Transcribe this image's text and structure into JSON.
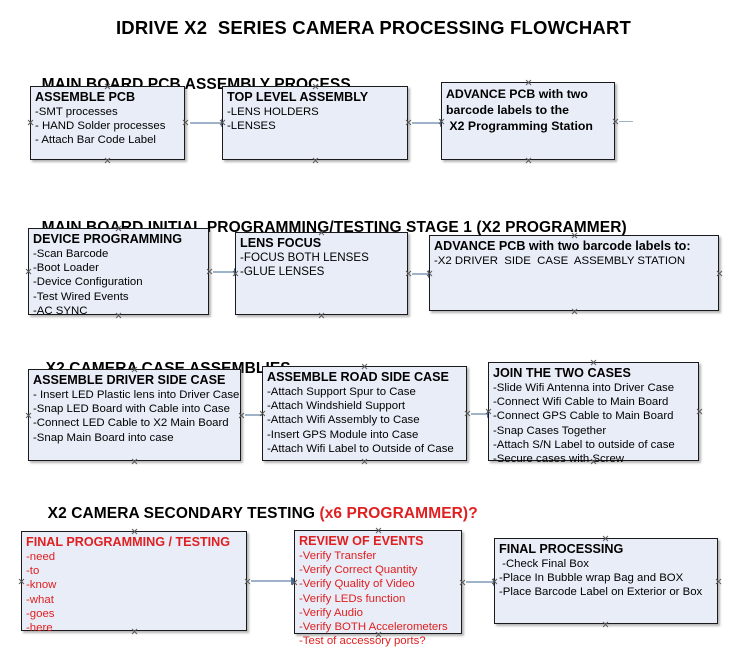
{
  "document": {
    "title": "IDRIVE X2  SERIES CAMERA PROCESSING FLOWCHART"
  },
  "sections": [
    {
      "id": "main-board-pcb-assembly-process",
      "heading": "MAIN BOARD PCB ASSEMBLY PROCESS",
      "heading_accent": "",
      "boxes": [
        {
          "id": "assemble-pcb",
          "title": "ASSEMBLE PCB",
          "lines": [
            "-SMT processes",
            "- HAND Solder processes",
            "- Attach Bar Code Label"
          ]
        },
        {
          "id": "top-level-assembly",
          "title": "TOP LEVEL ASSEMBLY",
          "lines": [
            "-LENS HOLDERS",
            "-LENSES"
          ]
        },
        {
          "id": "advance-pcb-to-x2-programming-station",
          "title": "",
          "lines": [
            "ADVANCE PCB with two",
            "barcode labels to the",
            " X2 Programming Station"
          ]
        }
      ]
    },
    {
      "id": "main-board-initial-programming",
      "heading": "MAIN BOARD INITIAL PROGRAMMING/TESTING STAGE 1 (X2 PROGRAMMER)",
      "heading_accent": "",
      "boxes": [
        {
          "id": "device-programming",
          "title": "DEVICE PROGRAMMING",
          "lines": [
            "-Scan Barcode",
            "-Boot Loader",
            "-Device Configuration",
            "-Test Wired Events",
            "-AC SYNC"
          ]
        },
        {
          "id": "lens-focus",
          "title": "LENS FOCUS",
          "lines": [
            "-FOCUS BOTH LENSES",
            "-GLUE LENSES"
          ]
        },
        {
          "id": "advance-pcb-to-driver-side-case-assembly",
          "title": "ADVANCE PCB with two barcode labels to:",
          "lines": [
            "-X2 DRIVER  SIDE  CASE  ASSEMBLY STATION"
          ]
        }
      ]
    },
    {
      "id": "x2-camera-case-assemblies",
      "heading": "X2 CAMERA CASE ASSEMBLIES",
      "heading_accent": "",
      "boxes": [
        {
          "id": "assemble-driver-side-case",
          "title": "ASSEMBLE DRIVER SIDE CASE",
          "lines": [
            "- Insert LED Plastic lens into Driver Case",
            "-Snap LED Board with Cable into Case",
            "-Connect LED Cable to X2 Main Board",
            "-Snap Main Board into case"
          ]
        },
        {
          "id": "assemble-road-side-case",
          "title": "ASSEMBLE ROAD SIDE CASE",
          "lines": [
            "-Attach Support Spur to Case",
            "-Attach Windshield Support",
            "-Attach Wifi Assembly to Case",
            "-Insert GPS Module into Case",
            "-Attach Wifi Label to Outside of Case"
          ]
        },
        {
          "id": "join-the-two-cases",
          "title": "JOIN THE TWO CASES",
          "lines": [
            "-Slide Wifi Antenna into Driver Case",
            "-Connect Wifi Cable to Main Board",
            "-Connect GPS Cable to Main Board",
            "-Snap Cases Together",
            "-Attach S/N Label to outside of case",
            "-Secure cases with Screw"
          ]
        }
      ]
    },
    {
      "id": "x2-camera-secondary-testing",
      "heading": "X2 CAMERA SECONDARY TESTING ",
      "heading_accent": "(x6 PROGRAMMER)?",
      "boxes": [
        {
          "id": "final-programming-testing",
          "title": "FINAL PROGRAMMING / TESTING",
          "lines": [
            "-need",
            "-to",
            "-know",
            "-what",
            "-goes",
            "-here"
          ]
        },
        {
          "id": "review-of-events",
          "title": "REVIEW OF EVENTS",
          "lines": [
            "-Verify Transfer",
            "-Verify Correct Quantity",
            "-Verify Quality of Video",
            "-Verify LEDs function",
            "-Verify Audio",
            "-Verify BOTH Accelerometers",
            "-Test of accessory ports?"
          ]
        },
        {
          "id": "final-processing",
          "title": "FINAL PROCESSING",
          "lines": [
            " -Check Final Box",
            "-Place In Bubble wrap Bag and BOX",
            "-Place Barcode Label on Exterior or Box"
          ]
        }
      ]
    }
  ],
  "colors": {
    "box_fill": "#e8edf7",
    "box_border": "#1a1a1a",
    "accent_red": "#e02020",
    "connector": "#9fb3c8",
    "arrowhead": "#4a6fa5",
    "text": "#000000"
  }
}
